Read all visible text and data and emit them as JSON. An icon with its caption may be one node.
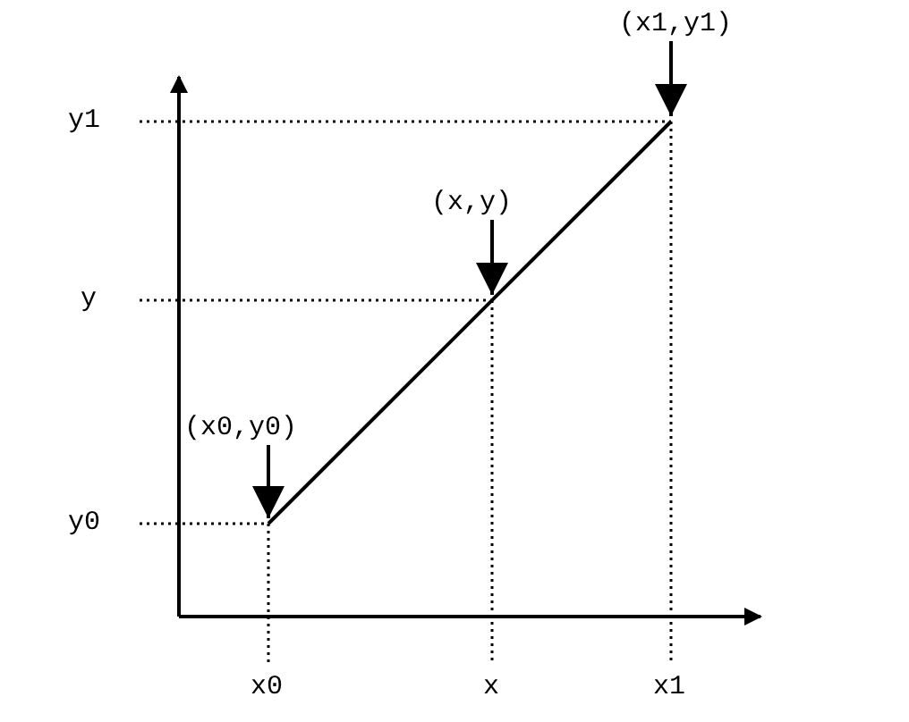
{
  "diagram": {
    "nodes": [
      {
        "text": [
          "(x1,y1)"
        ]
      },
      {
        "text": [
          "(x,y)"
        ]
      },
      {
        "text": [
          "(x0,y0)"
        ]
      }
    ],
    "edges": [
      {
        "from": 0,
        "to": null,
        "arrow": "to"
      },
      {
        "from": 1,
        "to": null,
        "arrow": "to"
      },
      {
        "from": 2,
        "to": null,
        "arrow": "to"
      }
    ],
    "labels": [
      "y1",
      "y",
      "y0",
      "x0",
      "x",
      "x1"
    ]
  }
}
